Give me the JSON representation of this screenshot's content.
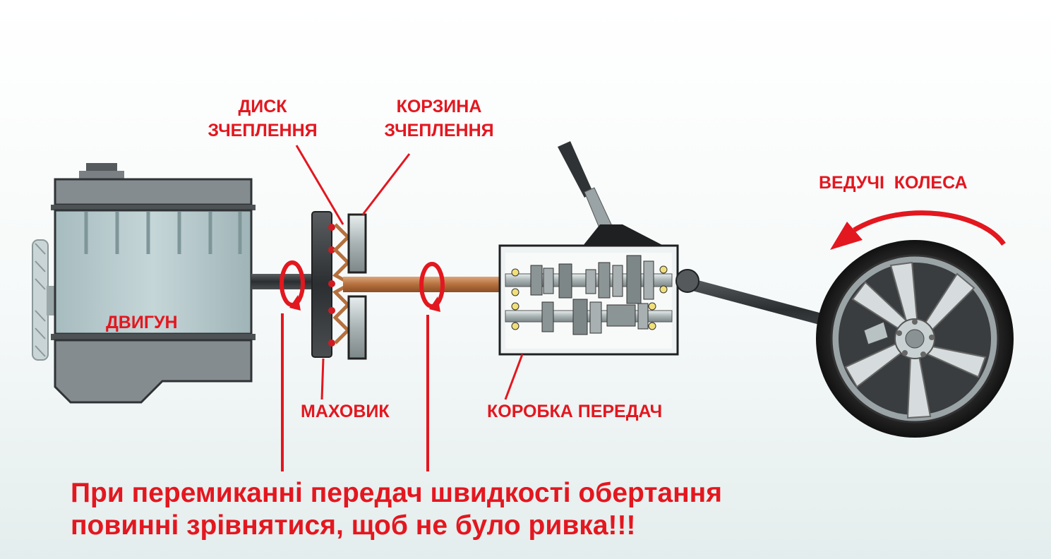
{
  "labels": {
    "clutch_disc": [
      "ДИСК",
      "ЗЧЕПЛЕННЯ"
    ],
    "clutch_basket": [
      "КОРЗИНА",
      "ЗЧЕПЛЕННЯ"
    ],
    "drive_wheels": "ВЕДУЧІ  КОЛЕСА",
    "engine": "ДВИГУН",
    "flywheel": "МАХОВИК",
    "gearbox": "КОРОБКА ПЕРЕДАЧ"
  },
  "caption": [
    "При перемиканні передач швидкості обертання",
    "повинні зрівнятися, щоб не було ривка!!!"
  ],
  "colors": {
    "accent": "#e3171f",
    "shaft_engine": "#3a3d3f",
    "shaft_output": "#b5703e",
    "engine_body": "#b3c6c9"
  }
}
